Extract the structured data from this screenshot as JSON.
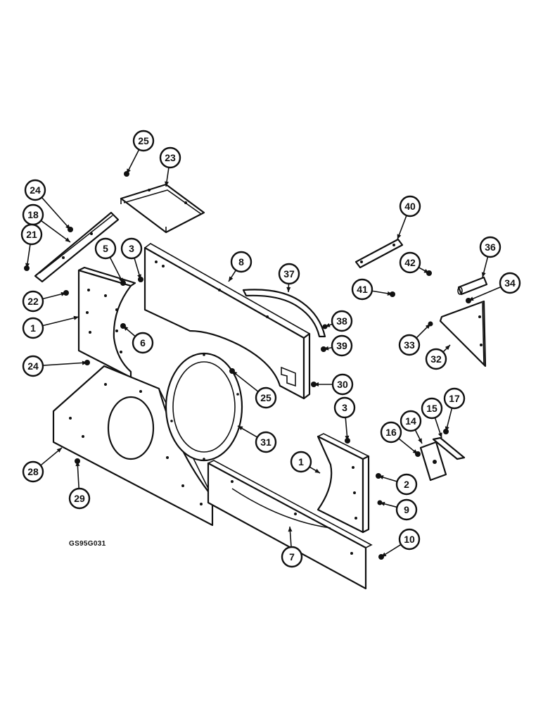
{
  "drawing_code": "GS95G031",
  "callouts": [
    "25",
    "23",
    "24",
    "18",
    "21",
    "5",
    "3",
    "8",
    "37",
    "22",
    "1",
    "6",
    "24",
    "40",
    "42",
    "36",
    "41",
    "34",
    "38",
    "39",
    "33",
    "32",
    "30",
    "25",
    "31",
    "28",
    "29",
    "3",
    "1",
    "16",
    "14",
    "15",
    "17",
    "2",
    "9",
    "7",
    "10"
  ]
}
